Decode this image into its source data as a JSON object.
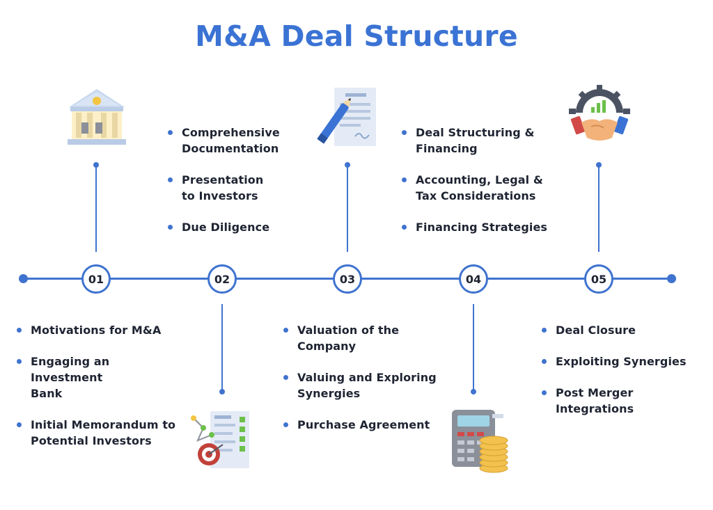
{
  "title": "M&A Deal Structure",
  "colors": {
    "accent": "#3b73d4",
    "line": "#3f73cf",
    "text": "#1f2432"
  },
  "steps": [
    {
      "number": "01",
      "icon": "bank-building-icon",
      "bullets": [
        "Motivations for M&A",
        "Engaging an Investment Bank",
        "Initial Memorandum to Potential Investors"
      ]
    },
    {
      "number": "02",
      "icon": "checklist-target-icon",
      "bullets": [
        "Comprehensive Documentation",
        "Presentation to Investors",
        "Due Diligence"
      ]
    },
    {
      "number": "03",
      "icon": "document-pen-icon",
      "bullets": [
        "Valuation of the Company",
        "Valuing and Exploring Synergies",
        "Purchase Agreement"
      ]
    },
    {
      "number": "04",
      "icon": "calculator-coins-icon",
      "bullets": [
        "Deal Structuring & Financing",
        "Accounting, Legal & Tax Considerations",
        "Financing Strategies"
      ]
    },
    {
      "number": "05",
      "icon": "handshake-gear-icon",
      "bullets": [
        "Deal Closure",
        "Exploiting Synergies",
        "Post Merger Integrations"
      ]
    }
  ]
}
